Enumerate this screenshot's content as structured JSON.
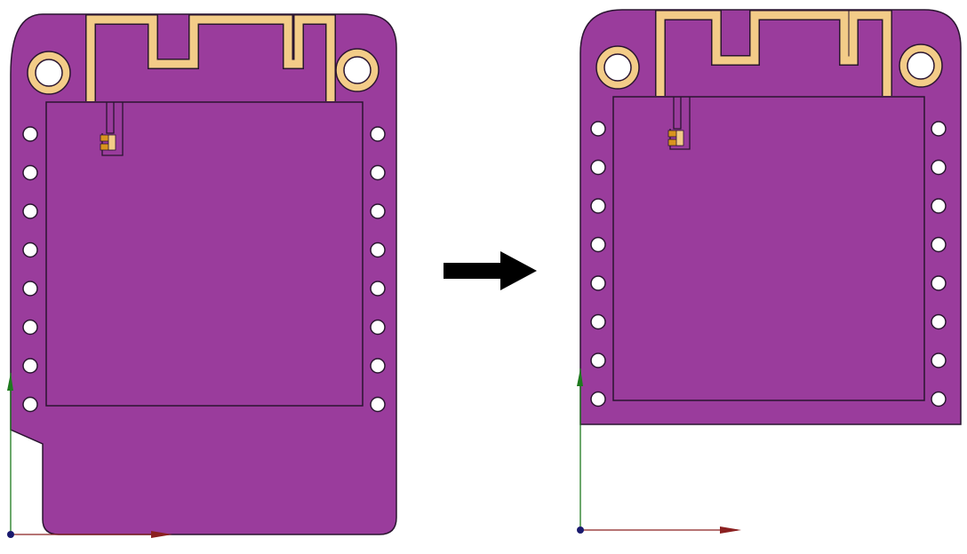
{
  "colors": {
    "board_fill": "#9a3c9c",
    "outline": "#2a1530",
    "antenna_copper": "#f3cc88",
    "hole_fill": "#ffffff",
    "pad_fill": "#d9941e",
    "arrow": "#000000",
    "axis_x": "#8b2020",
    "axis_y": "#1e7a1e",
    "origin": "#1a1a6e"
  },
  "boards": [
    {
      "id": "before",
      "shape": "with-bottom-tab",
      "header_holes_per_side": 8,
      "mounting_holes": 2
    },
    {
      "id": "after",
      "shape": "trimmed",
      "header_holes_per_side": 8,
      "mounting_holes": 2
    }
  ],
  "arrow": {
    "direction": "right",
    "icon": "arrow-right-icon"
  }
}
